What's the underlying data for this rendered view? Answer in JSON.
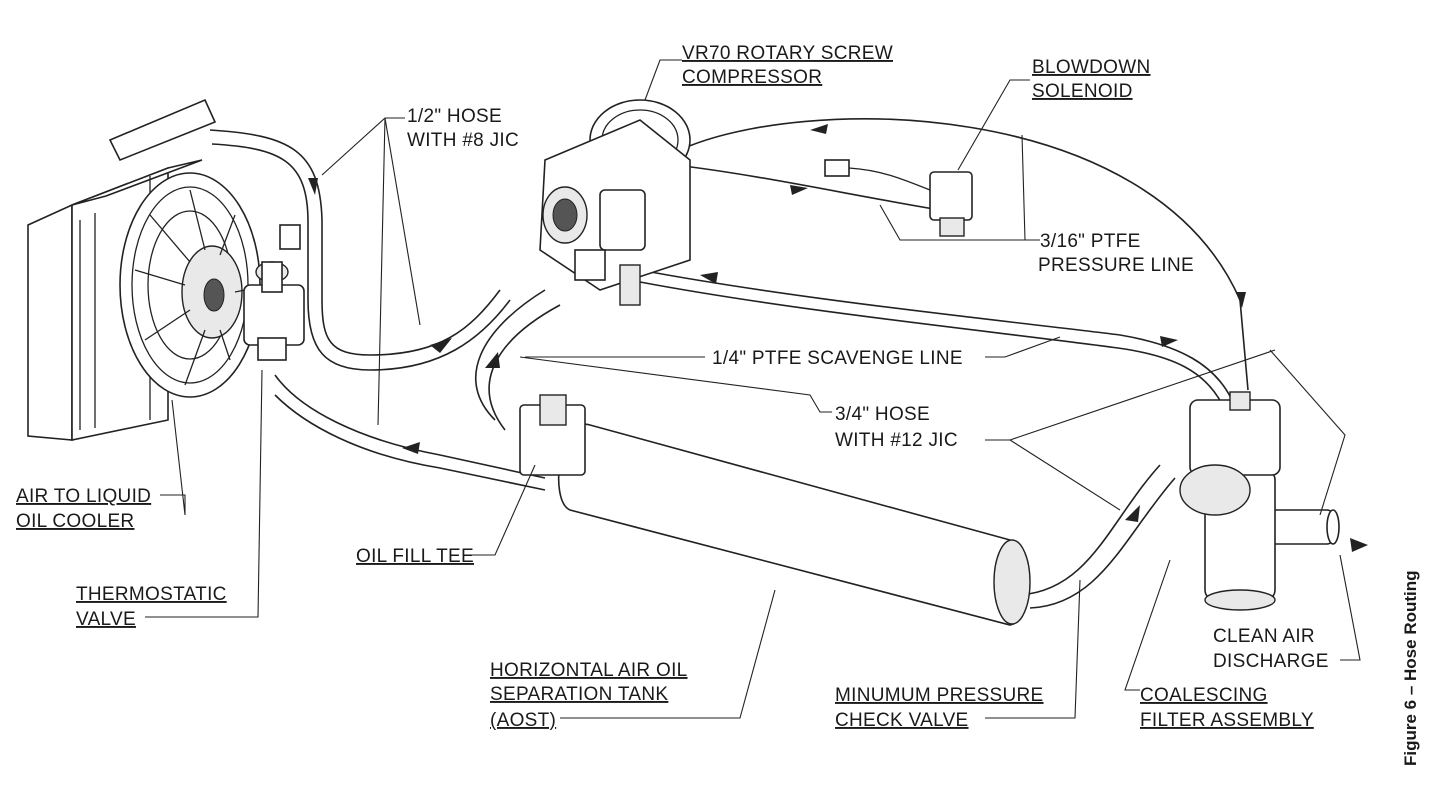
{
  "figure_caption": "Figure 6 – Hose Routing",
  "labels": {
    "compressor": [
      "VR70 ROTARY SCREW",
      "COMPRESSOR"
    ],
    "blowdown": [
      "BLOWDOWN",
      "SOLENOID"
    ],
    "half_hose": [
      "1/2\" HOSE",
      "WITH #8 JIC"
    ],
    "ptfe_pressure": [
      "3/16\" PTFE",
      "PRESSURE LINE"
    ],
    "scavenge": [
      "1/4\" PTFE SCAVENGE LINE"
    ],
    "three_quarter_hose": [
      "3/4\" HOSE",
      "WITH #12 JIC"
    ],
    "cooler": [
      "AIR TO LIQUID",
      "OIL COOLER"
    ],
    "oil_fill": [
      "OIL FILL TEE"
    ],
    "thermostatic": [
      "THERMOSTATIC",
      "VALVE"
    ],
    "aost": [
      "HORIZONTAL AIR OIL",
      "SEPARATION TANK",
      "(AOST)"
    ],
    "min_pressure": [
      "MINUMUM PRESSURE",
      "CHECK VALVE"
    ],
    "clean_air": [
      "CLEAN AIR",
      "DISCHARGE"
    ],
    "coalescing": [
      "COALESCING",
      "FILTER ASSEMBLY"
    ]
  }
}
